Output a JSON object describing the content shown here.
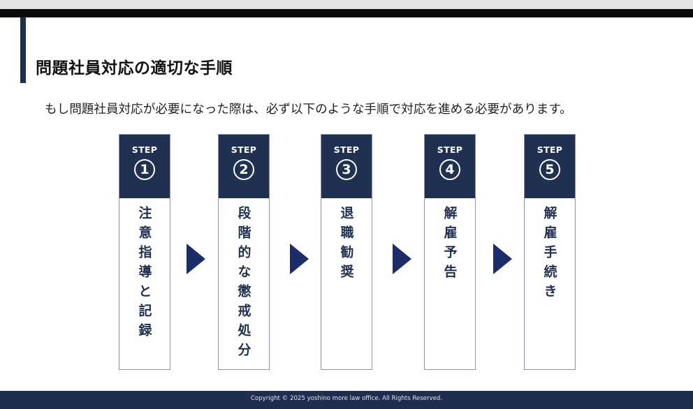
{
  "slide": {
    "title": "問題社員対応の適切な手順",
    "intro": "もし問題社員対応が必要になった際は、必ず以下のような手順で対応を進める必要があります。"
  },
  "steps": [
    {
      "label": "STEP",
      "number": "1",
      "text": "注意指導と記録"
    },
    {
      "label": "STEP",
      "number": "2",
      "text": "段階的な懲戒処分"
    },
    {
      "label": "STEP",
      "number": "3",
      "text": "退職勧奨"
    },
    {
      "label": "STEP",
      "number": "4",
      "text": "解雇予告"
    },
    {
      "label": "STEP",
      "number": "5",
      "text": "解雇手続き"
    }
  ],
  "colors": {
    "navy": "#1f3050",
    "arrow": "#1c2d6c"
  },
  "footer": {
    "copyright": "Copyright © 2025 yoshino more law office. All Rights Reserved."
  }
}
